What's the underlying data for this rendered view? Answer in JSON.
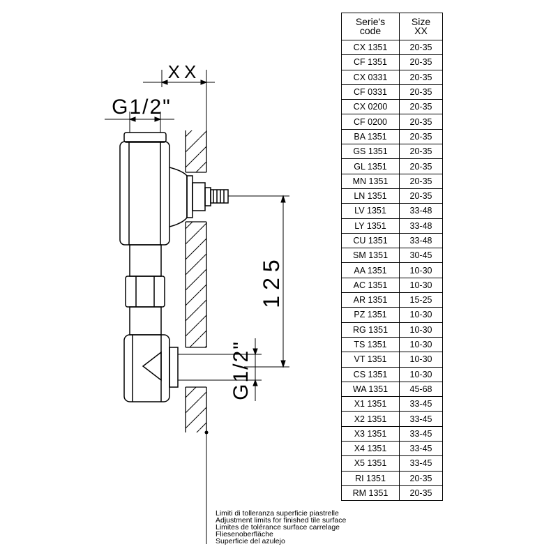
{
  "table": {
    "header": {
      "code_line1": "Serie's",
      "code_line2": "code",
      "size_line1": "Size",
      "size_line2": "XX"
    },
    "rows": [
      {
        "code": "CX 1351",
        "size": "20-35"
      },
      {
        "code": "CF 1351",
        "size": "20-35"
      },
      {
        "code": "CX 0331",
        "size": "20-35"
      },
      {
        "code": "CF 0331",
        "size": "20-35"
      },
      {
        "code": "CX 0200",
        "size": "20-35"
      },
      {
        "code": "CF 0200",
        "size": "20-35"
      },
      {
        "code": "BA 1351",
        "size": "20-35"
      },
      {
        "code": "GS 1351",
        "size": "20-35"
      },
      {
        "code": "GL 1351",
        "size": "20-35"
      },
      {
        "code": "MN 1351",
        "size": "20-35"
      },
      {
        "code": "LN 1351",
        "size": "20-35"
      },
      {
        "code": "LV 1351",
        "size": "33-48"
      },
      {
        "code": "LY 1351",
        "size": "33-48"
      },
      {
        "code": "CU 1351",
        "size": "33-48"
      },
      {
        "code": "SM 1351",
        "size": "30-45"
      },
      {
        "code": "AA 1351",
        "size": "10-30"
      },
      {
        "code": "AC 1351",
        "size": "10-30"
      },
      {
        "code": "AR 1351",
        "size": "15-25"
      },
      {
        "code": "PZ 1351",
        "size": "10-30"
      },
      {
        "code": "RG 1351",
        "size": "10-30"
      },
      {
        "code": "TS 1351",
        "size": "10-30"
      },
      {
        "code": "VT 1351",
        "size": "10-30"
      },
      {
        "code": "CS 1351",
        "size": "10-30"
      },
      {
        "code": "WA 1351",
        "size": "45-68"
      },
      {
        "code": "X1 1351",
        "size": "33-45"
      },
      {
        "code": "X2 1351",
        "size": "33-45"
      },
      {
        "code": "X3 1351",
        "size": "33-45"
      },
      {
        "code": "X4 1351",
        "size": "33-45"
      },
      {
        "code": "X5 1351",
        "size": "33-45"
      },
      {
        "code": "RI 1351",
        "size": "20-35"
      },
      {
        "code": "RM 1351",
        "size": "20-35"
      }
    ]
  },
  "dimensions": {
    "xx": "XX",
    "top_thread": "G1/2\"",
    "side_thread": "G1/2\"",
    "height": "125"
  },
  "note_lines": [
    "Limiti di tolleranza superficie piastrelle",
    "Adjustment limits for finished tile surface",
    "Limites de tolérance surface carrelage",
    "Fliesenoberfläche",
    "Superficie del azulejo"
  ]
}
